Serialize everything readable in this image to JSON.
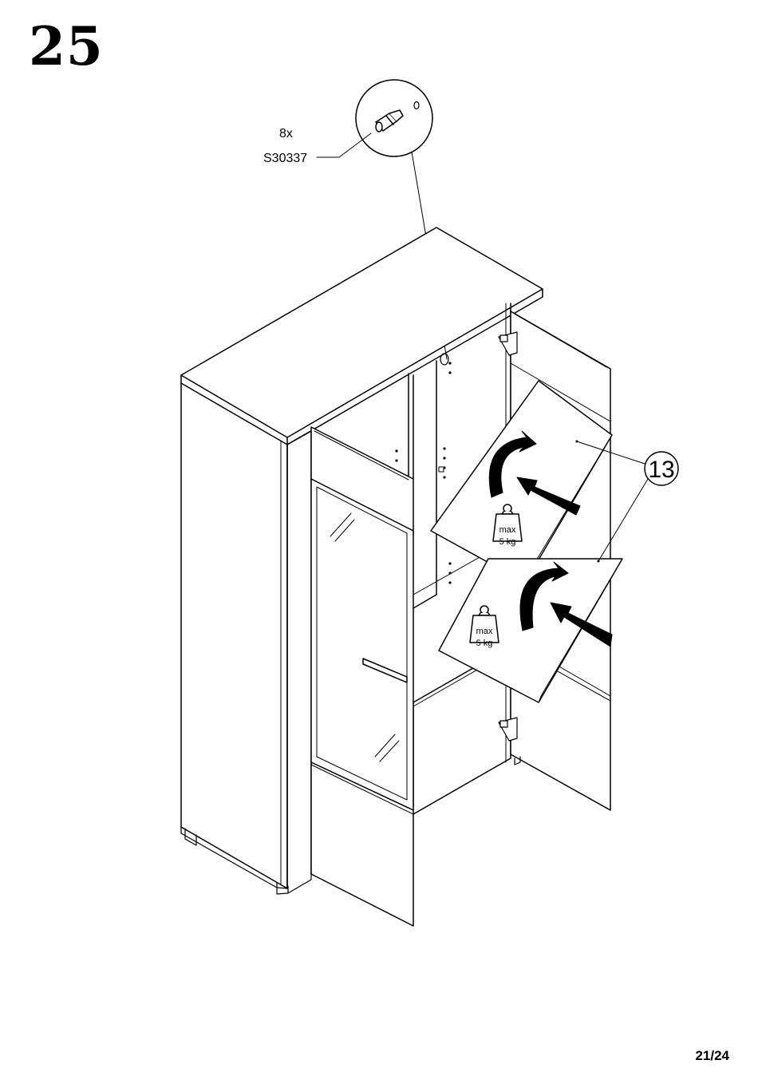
{
  "step": {
    "number": "25"
  },
  "hardware": {
    "quantity": "8x",
    "part_code": "S30337"
  },
  "shelf": {
    "part_number": "13",
    "weight_label_max": "max",
    "weight_label_value": "5 kg"
  },
  "footer": {
    "page_number": "21/24"
  },
  "icons": {
    "weight": "weight-icon",
    "arrow": "insert-arrow-icon",
    "rotate": "rotate-arrow-icon",
    "peg": "shelf-support-peg-icon"
  },
  "colors": {
    "ink": "#000000",
    "paper": "#ffffff"
  }
}
